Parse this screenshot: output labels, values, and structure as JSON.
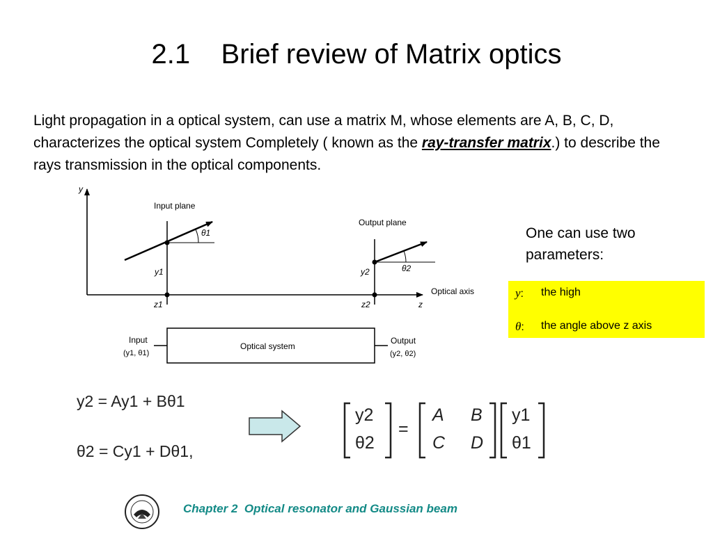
{
  "slide": {
    "title": "2.1    Brief review of Matrix optics",
    "intro_before": "Light propagation in a optical system, can use a matrix M, whose elements are A, B, C, D, characterizes the optical system Completely ( known as the ",
    "intro_term": "ray-transfer matrix",
    "intro_after": ".) to describe the rays transmission in the optical components.",
    "params_intro": "One can use two parameters:",
    "params": [
      {
        "symbol": "y",
        "separator": ":",
        "description": "the high"
      },
      {
        "symbol": "θ",
        "separator": ":",
        "description": "the angle above z axis"
      }
    ],
    "footer": "Chapter 2  Optical resonator and Gaussian beam",
    "highlight_color": "#ffff00",
    "footer_color": "#138a86"
  },
  "diagram": {
    "y_axis": "y",
    "z_axis": "z",
    "optical_axis": "Optical axis",
    "input_plane": "Input plane",
    "output_plane": "Output plane",
    "theta1": "θ1",
    "theta2": "θ2",
    "y1": "y1",
    "y2": "y2",
    "z1": "z1",
    "z2": "z2",
    "box_label": "Optical system",
    "input_label": "Input",
    "input_params": "(y1, θ1)",
    "output_label": "Output",
    "output_params": "(y2, θ2)"
  },
  "equations": {
    "eq1": "y2 = Ay1 + Bθ1",
    "eq2": "θ2 = Cy1 + Dθ1,",
    "lhs": [
      "y2",
      "θ2"
    ],
    "matrix": [
      "A",
      "B",
      "C",
      "D"
    ],
    "rhs": [
      "y1",
      "θ1"
    ],
    "equals": "="
  }
}
